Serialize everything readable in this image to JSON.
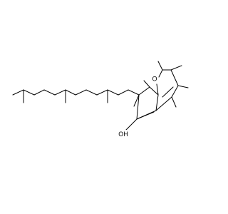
{
  "structure": {
    "type": "skeletal-formula",
    "ring_oxygen_label": "O",
    "hydroxyl_label": "OH",
    "colors": {
      "bond": "#000000",
      "text": "#000000",
      "background": "#ffffff"
    }
  }
}
